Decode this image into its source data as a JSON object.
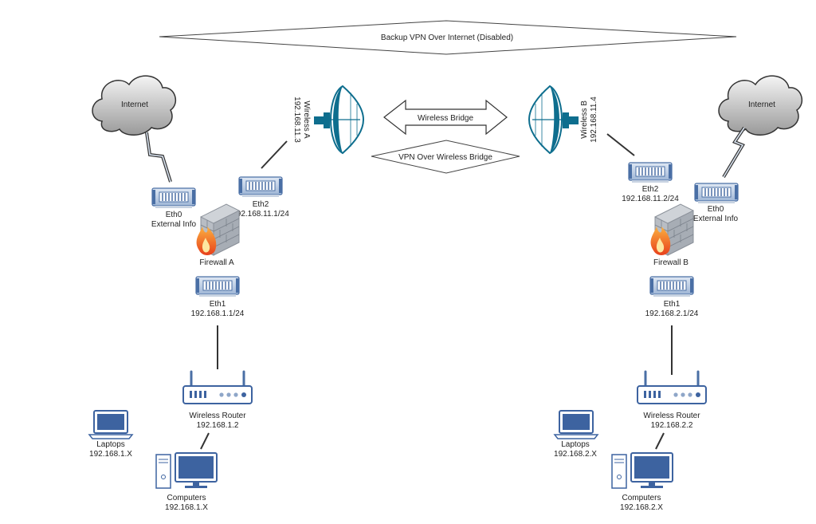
{
  "diagram": {
    "backup_vpn": "Backup VPN Over Internet (Disabled)",
    "wireless_bridge": "Wireless Bridge",
    "vpn_bridge": "VPN Over Wireless Bridge",
    "site_a": {
      "internet": "Internet",
      "eth0_name": "Eth0",
      "eth0_detail": "External Info",
      "eth2_name": "Eth2",
      "eth2_ip": "192.168.11.1/24",
      "firewall": "Firewall A",
      "eth1_name": "Eth1",
      "eth1_ip": "192.168.1.1/24",
      "wireless_name": "Wireless A",
      "wireless_ip": "192.168.11.3",
      "router_name": "Wireless Router",
      "router_ip": "192.168.1.2",
      "laptops": "Laptops",
      "laptops_ip": "192.168.1.X",
      "computers": "Computers",
      "computers_ip": "192.168.1.X"
    },
    "site_b": {
      "internet": "Internet",
      "eth0_name": "Eth0",
      "eth0_detail": "External Info",
      "eth2_name": "Eth2",
      "eth2_ip": "192.168.11.2/24",
      "firewall": "Firewall B",
      "eth1_name": "Eth1",
      "eth1_ip": "192.168.2.1/24",
      "wireless_name": "Wireless B",
      "wireless_ip": "192.168.11.4",
      "router_name": "Wireless Router",
      "router_ip": "192.168.2.2",
      "laptops": "Laptops",
      "laptops_ip": "192.168.2.X",
      "computers": "Computers",
      "computers_ip": "192.168.2.X"
    }
  }
}
